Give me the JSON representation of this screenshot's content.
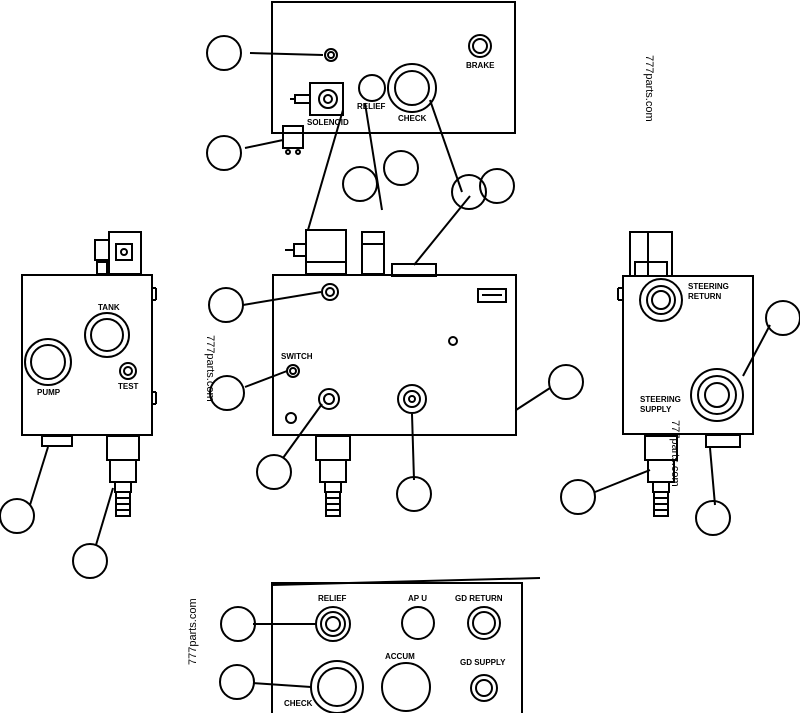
{
  "colors": {
    "ink": "#000000",
    "paper": "#ffffff"
  },
  "top_view": {
    "solenoid_label": "SOLENOID",
    "relief_label": "RELIEF",
    "check_label": "CHECK",
    "brake_label": "BRAKE"
  },
  "front_view": {
    "switch_label": "SWITCH"
  },
  "left_view": {
    "tank_label": "TANK",
    "pump_label": "PUMP",
    "test_label": "TEST"
  },
  "right_view": {
    "steering_return_line1": "STEERING",
    "steering_return_line2": "RETURN",
    "steering_supply_line1": "STEERING",
    "steering_supply_line2": "SUPPLY"
  },
  "bottom_view": {
    "relief_label": "RELIEF",
    "apu_label": "AP U",
    "gd_return_label": "GD RETURN",
    "accum_label": "ACCUM",
    "gd_supply_label": "GD SUPPLY",
    "check_label": "CHECK"
  },
  "watermarks": [
    "777parts.com",
    "777parts.com",
    "777parts.com",
    "777parts.com"
  ]
}
